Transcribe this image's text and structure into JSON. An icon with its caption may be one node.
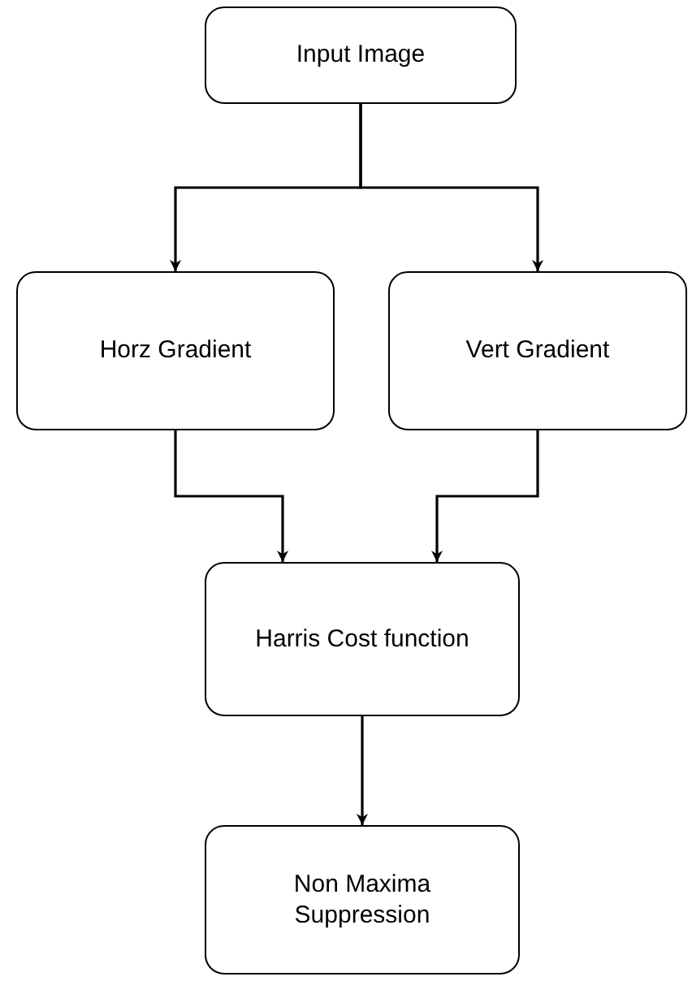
{
  "diagram": {
    "nodes": [
      {
        "text": [
          "Input Image"
        ]
      },
      {
        "text": [
          "Horz Gradient"
        ]
      },
      {
        "text": [
          "Vert Gradient"
        ]
      },
      {
        "text": [
          "Harris Cost function"
        ]
      },
      {
        "text": [
          "Non Maxima Suppression"
        ]
      }
    ],
    "edges": [
      {
        "from": 0,
        "to": 1,
        "arrow": "to"
      },
      {
        "from": 0,
        "to": 2,
        "arrow": "to"
      },
      {
        "from": 1,
        "to": 3,
        "arrow": "to"
      },
      {
        "from": 2,
        "to": 3,
        "arrow": "to"
      },
      {
        "from": 3,
        "to": 4,
        "arrow": "to"
      }
    ]
  }
}
